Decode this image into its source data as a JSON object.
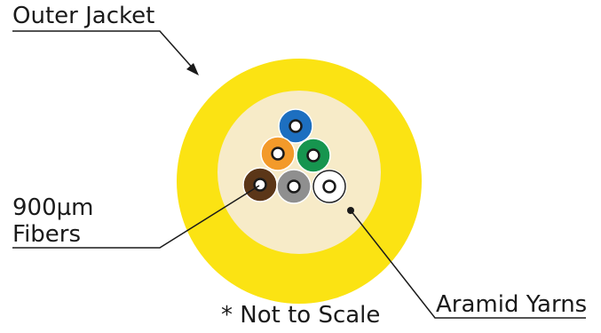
{
  "labels": {
    "outer_jacket": "Outer Jacket",
    "fibers_line1": "900µm",
    "fibers_line2": "Fibers",
    "aramid_yarns": "Aramid Yarns",
    "not_to_scale": "* Not to Scale"
  },
  "colors": {
    "jacket": "#fbe313",
    "aramid_fill": "#f7ebc8",
    "leader_line": "#1a1a1a",
    "fiber_hole": "#ffffff"
  },
  "fibers": [
    {
      "name": "blue",
      "color": "#1d6fc0"
    },
    {
      "name": "orange",
      "color": "#f39a2a"
    },
    {
      "name": "green",
      "color": "#16954f"
    },
    {
      "name": "brown",
      "color": "#5b3618"
    },
    {
      "name": "gray",
      "color": "#8f8f8f"
    },
    {
      "name": "white",
      "color": "#ffffff"
    }
  ]
}
